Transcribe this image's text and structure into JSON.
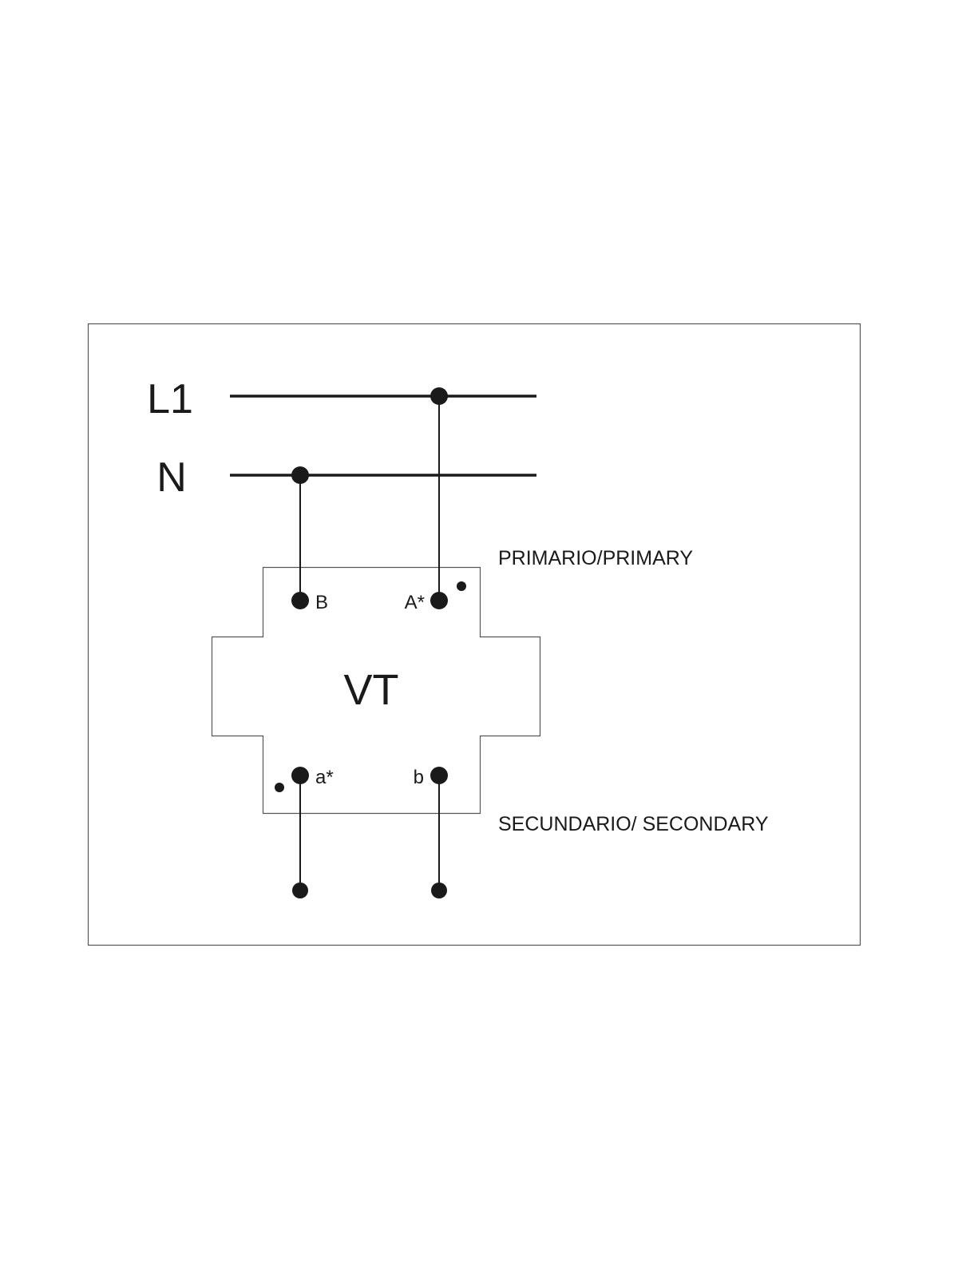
{
  "lines": {
    "l1_label": "L1",
    "n_label": "N"
  },
  "transformer": {
    "label": "VT",
    "primary_caption": "PRIMARIO/PRIMARY",
    "secondary_caption": "SECUNDARIO/ SECONDARY",
    "terminals": {
      "primary_b": "B",
      "primary_a": "A*",
      "secondary_a": "a*",
      "secondary_b": "b"
    }
  },
  "colors": {
    "stroke": "#1a1a1a",
    "box_stroke": "#555555",
    "background": "#ffffff"
  }
}
